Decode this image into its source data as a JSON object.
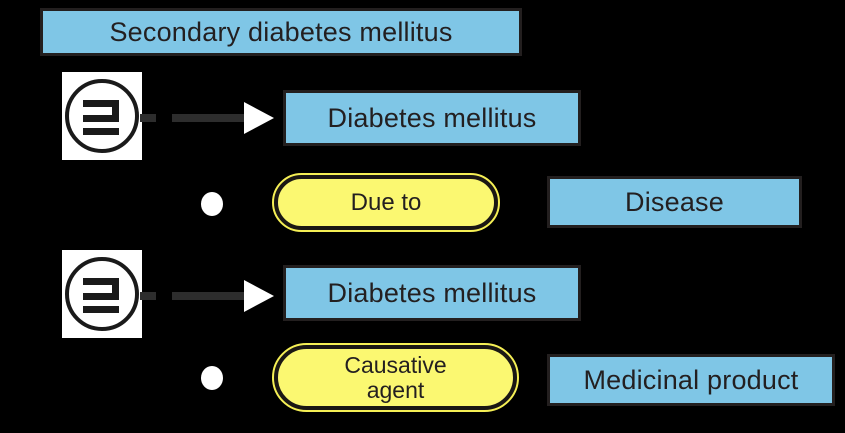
{
  "diagram": {
    "title_concept": "Secondary diabetes mellitus",
    "background_color": "#000000",
    "concept_fill_color": "#7FC6E6",
    "relationship_fill_color": "#FBF871",
    "border_color": "#231F1F",
    "bullet_color": "#FFFFFF",
    "arrow_color": "#2A2A2A",
    "arrowhead_fill": "#FFFFFF"
  },
  "rows": [
    {
      "isa_icon": "subsumption-icon",
      "parent_concept": "Diabetes mellitus",
      "relationship_label": "Due to",
      "target_concept": "Disease",
      "bullet": "group-bullet-icon",
      "arrow": "hollow-arrow-icon"
    },
    {
      "isa_icon": "subsumption-icon",
      "parent_concept": "Diabetes mellitus",
      "relationship_label": "Causative\nagent",
      "target_concept": "Medicinal product",
      "bullet": "group-bullet-icon",
      "arrow": "hollow-arrow-icon"
    }
  ]
}
